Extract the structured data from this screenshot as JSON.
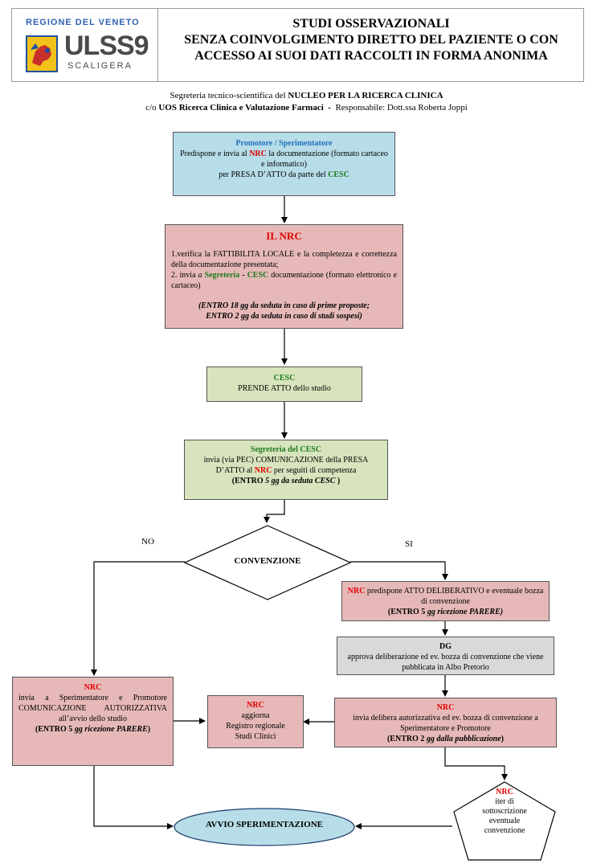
{
  "header": {
    "region": "REGIONE DEL VENETO",
    "ulss": "ULSS9",
    "scaligera": "SCALIGERA",
    "title_line1": "STUDI OSSERVAZIONALI",
    "title_line2": "SENZA COINVOLGIMENTO DIRETTO DEL PAZIENTE O CON",
    "title_line3": "ACCESSO AI SUOI DATI RACCOLTI IN FORMA ANONIMA"
  },
  "subheader": {
    "line1_prefix": "Segreteria tecnico-scientifica del ",
    "line1_bold": "NUCLEO PER LA RICERCA CLINICA",
    "line2_prefix": "c/o ",
    "line2_bold": "UOS Ricerca Clinica e Valutazione Farmaci",
    "line2_sep": "  -  ",
    "line2_suffix": "Responsabile: Dott.ssa Roberta Joppi"
  },
  "box1": {
    "title": "Promotore / Sperimentatore",
    "text_a": "Predispone e invia al ",
    "nrc": "NRC",
    "text_b": " la documentazione (formato cartaceo e informatico)",
    "text_c": "per PRESA D’ATTO da parte del ",
    "cesc": "CESC"
  },
  "box2": {
    "title": "IL NRC",
    "item1": "1.verifica la FATTIBILITA LOCALE e la completezza e correttezza della documentazione presentata;",
    "item2_a": "2. invia ",
    "item2_a_italic": "a",
    "item2_seg": "Segreteria",
    "item2_dash": " - ",
    "item2_cesc": "CESC",
    "item2_b": " documentazione (formato elettronico e cartaceo)",
    "deadline1": "(ENTRO 18 gg da seduta in caso di prime proposte;",
    "deadline2": "ENTRO 2 gg da seduta in caso di studi sospesi)"
  },
  "box3": {
    "title": "CESC",
    "text": "PRENDE ATTO dello studio"
  },
  "box4": {
    "title_a": "Segreteria del ",
    "title_cesc": "CESC",
    "text_a": "invia (via PEC) COMUNICAZIONE della PRESA D’ATTO al ",
    "nrc": "NRC",
    "text_b": " per seguiti di competenza",
    "deadline_a": "(ENTRO ",
    "deadline_b": "5 gg da seduta CESC",
    "deadline_c": " )"
  },
  "decision": {
    "label": "CONVENZIONE",
    "no": "NO",
    "si": "SI"
  },
  "box5": {
    "nrc": "NRC",
    "text": " predispone ATTO DELIBERATIVO e eventuale bozza di convenzione",
    "deadline_a": "(ENTRO 5 ",
    "deadline_b": "gg ricezione PARERE)"
  },
  "box6": {
    "title": "DG",
    "text": "approva deliberazione ed ev. bozza di convenzione che viene pubblicata in Albo Pretorio"
  },
  "box7": {
    "nrc": "NRC",
    "text": "invia delibera  autorizzativa ed ev. bozza di convenzione a Sperimentatore e Promotore",
    "deadline_a": "(ENTRO 2 ",
    "deadline_b": "gg dalla pubblicazione",
    "deadline_c": ")"
  },
  "box8": {
    "nrc": "NRC",
    "text": "invia a Sperimentatore e Promotore COMUNICAZIONE AUTORIZZATIVA all’avvio dello studio",
    "deadline_a": "(ENTRO 5 ",
    "deadline_b": "gg ricezione PARERE",
    "deadline_c": ")"
  },
  "box9": {
    "nrc": "NRC",
    "line1": "aggiorna",
    "line2": "Registro regionale",
    "line3": "Studi Clinici"
  },
  "pentagon": {
    "nrc": "NRC",
    "line1": "iter di",
    "line2": "sottoscrizione",
    "line3": "eventuale",
    "line4": "convenzione"
  },
  "terminal": {
    "label": "AVVIO SPERIMENTAZIONE"
  },
  "colors": {
    "blue_box": "#b7dde8",
    "pink_box": "#e6b9b8",
    "green_box": "#d7e4bd",
    "gray_box": "#d9d9d9",
    "terminal": "#b7dde8",
    "accent_red": "#e00000",
    "accent_green": "#1e7b1e",
    "accent_blue": "#1f6fc2"
  }
}
